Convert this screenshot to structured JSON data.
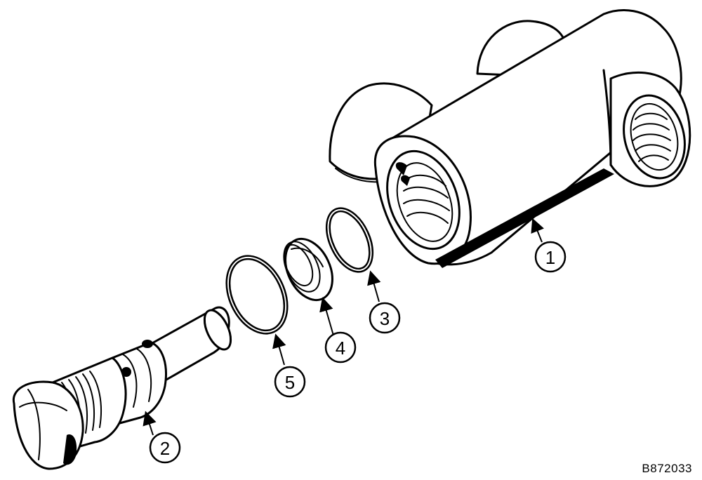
{
  "callouts": [
    {
      "id": "1",
      "label": "1"
    },
    {
      "id": "2",
      "label": "2"
    },
    {
      "id": "3",
      "label": "3"
    },
    {
      "id": "4",
      "label": "4"
    },
    {
      "id": "5",
      "label": "5"
    }
  ],
  "figure_id": "B872033"
}
